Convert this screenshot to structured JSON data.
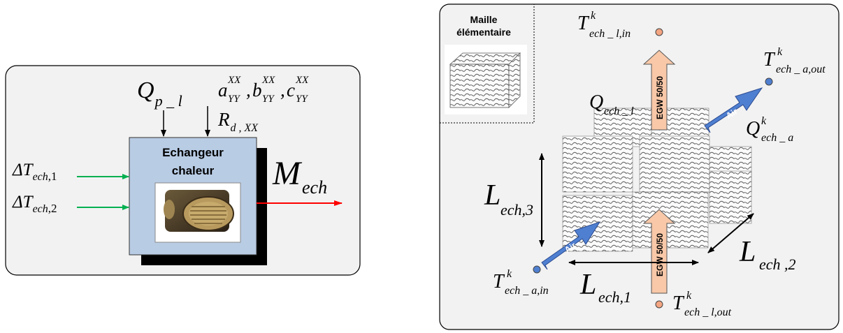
{
  "left_diagram": {
    "block_title_line1": "Echangeur",
    "block_title_line2": "chaleur",
    "input_q": {
      "main": "Q",
      "sub": "p _ l"
    },
    "input_coeffs": {
      "a": "a",
      "b": "b",
      "c": "c",
      "sup": "XX",
      "sub": "YY",
      "sep": ","
    },
    "input_r": {
      "main": "R",
      "sub": "d , XX"
    },
    "input_dt1": {
      "main": "ΔT",
      "sub": "ech",
      "idx": ",1"
    },
    "input_dt2": {
      "main": "ΔT",
      "sub": "ech",
      "idx": ",2"
    },
    "output_m": {
      "main": "M",
      "sub": "ech"
    },
    "colors": {
      "block_fill": "#b8cce4",
      "input_arrow": "#00b050",
      "output_arrow": "#ff0000"
    }
  },
  "right_diagram": {
    "inset_title_line1": "Maille",
    "inset_title_line2": "élémentaire",
    "t_l_in": {
      "main": "T",
      "sup": "k",
      "sub": "ech _ l,in"
    },
    "t_a_out": {
      "main": "T",
      "sup": "k",
      "sub": "ech _ a,out"
    },
    "q_l": {
      "main": "Q",
      "sub": "ech _ l"
    },
    "q_a": {
      "main": "Q",
      "sup": "k",
      "sub": "ech _ a"
    },
    "l_ech3": {
      "main": "L",
      "sub": "ech,3"
    },
    "l_ech2": {
      "main": "L",
      "sub": "ech ,2"
    },
    "l_ech1": {
      "main": "L",
      "sub": "ech,1"
    },
    "t_a_in": {
      "main": "T",
      "sup": "k",
      "sub": "ech _ a,in"
    },
    "t_l_out": {
      "main": "T",
      "sup": "k",
      "sub": "ech _ l,out"
    },
    "egw_label": "EGW 50/50",
    "air_label": "Air",
    "colors": {
      "egw_arrow": "#f8c8a8",
      "air_arrow": "#4f7fd0",
      "node_fill": "#f4a582"
    }
  }
}
